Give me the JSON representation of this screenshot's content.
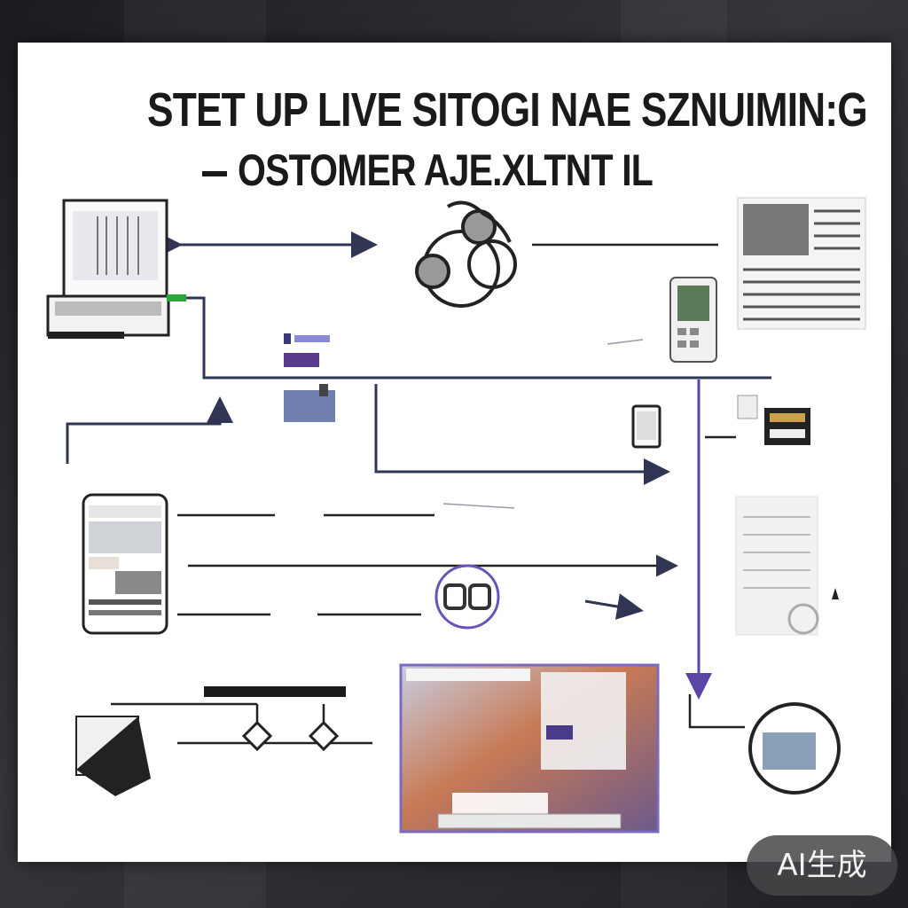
{
  "diagram": {
    "title_line_1": "STET UP LIVE SITOGI NAE SZNUIMIN:G",
    "title_line_2": "OSTOMER AJE.XLTNT IL",
    "nodes": [
      {
        "name": "laptop",
        "icon": "laptop-icon"
      },
      {
        "name": "gear-cluster",
        "icon": "gears-icon"
      },
      {
        "name": "news-panel",
        "icon": "newspaper-icon"
      },
      {
        "name": "handheld-device",
        "icon": "handheld-icon"
      },
      {
        "name": "small-phone",
        "icon": "phone-icon"
      },
      {
        "name": "card-reader",
        "icon": "card-reader-icon"
      },
      {
        "name": "smartphone",
        "icon": "smartphone-icon"
      },
      {
        "name": "link-circle",
        "icon": "link-icon"
      },
      {
        "name": "printed-page",
        "icon": "page-icon"
      },
      {
        "name": "video-screen",
        "icon": "video-screen-icon"
      },
      {
        "name": "round-badge",
        "icon": "circle-badge-icon"
      },
      {
        "name": "stand-unit",
        "icon": "stand-icon"
      }
    ],
    "colors": {
      "flow": "#2f3552",
      "accent": "#5b46a8",
      "poster_bg": "#ffffff"
    }
  },
  "watermark": {
    "label": "AI生成"
  }
}
